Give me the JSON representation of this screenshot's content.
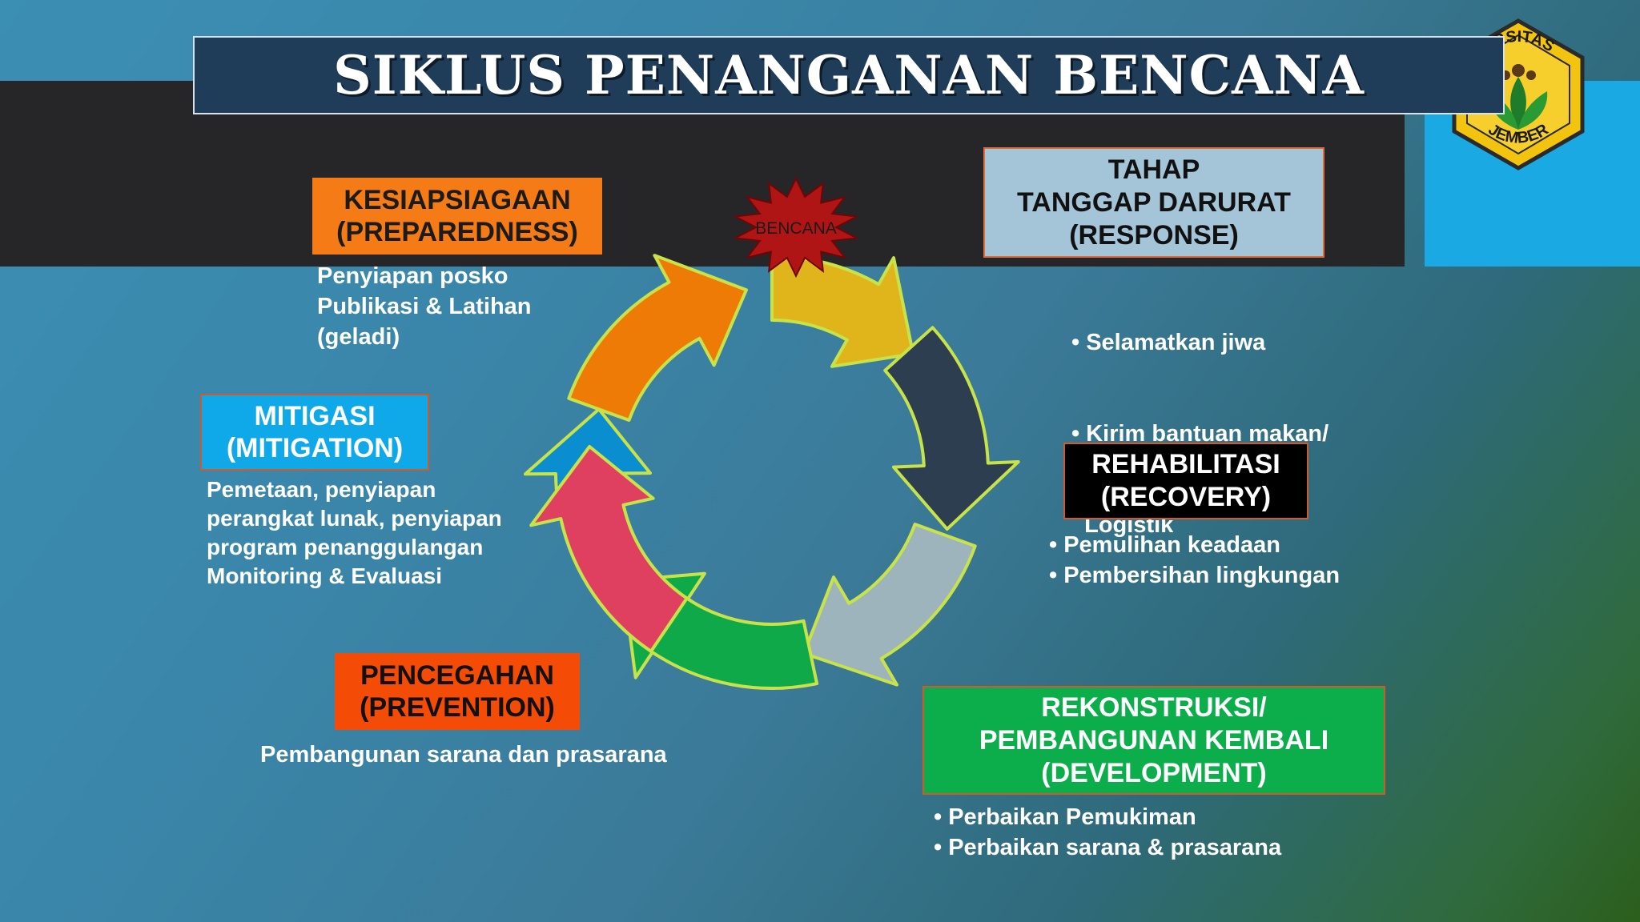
{
  "title": "SIKLUS PENANGANAN BENCANA",
  "logo": {
    "top_text": "ERSITAS",
    "bottom_text": "JEMBER"
  },
  "center_label": "BENCANA",
  "phases": {
    "preparedness": {
      "label": [
        "KESIAPSIAGAAN",
        "(PREPAREDNESS)"
      ],
      "desc": [
        "Penyiapan posko",
        "Publikasi & Latihan",
        "(geladi)"
      ],
      "color": "#f47b16"
    },
    "response": {
      "label": [
        "TAHAP",
        "TANGGAP DARURAT",
        "(RESPONSE)"
      ],
      "desc": [
        "• Selamatkan jiwa",
        "• Kirim bantuan makan/",
        "  Logistik"
      ],
      "color": "#a4c4d8"
    },
    "recovery": {
      "label": [
        "REHABILITASI",
        "(RECOVERY)"
      ],
      "desc": [
        "• Pemulihan keadaan",
        "• Pembersihan lingkungan"
      ],
      "color": "#000000"
    },
    "development": {
      "label": [
        "REKONSTRUKSI/",
        "PEMBANGUNAN KEMBALI",
        "(DEVELOPMENT)"
      ],
      "desc": [
        "• Perbaikan Pemukiman",
        "• Perbaikan sarana & prasarana"
      ],
      "color": "#0cae4c"
    },
    "prevention": {
      "label": [
        "PENCEGAHAN",
        "(PREVENTION)"
      ],
      "desc": [
        "Pembangunan sarana dan prasarana"
      ],
      "color": "#f44b06"
    },
    "mitigation": {
      "label": [
        "MITIGASI",
        "(MITIGATION)"
      ],
      "desc": [
        "Pemetaan, penyiapan",
        "perangkat lunak, penyiapan",
        "program penanggulangan",
        "Monitoring & Evaluasi"
      ],
      "color": "#0fa8e8"
    }
  },
  "arrow_colors": {
    "orange": "#ee7b05",
    "yellow": "#e0b51b",
    "navy": "#2c3e50",
    "grey": "#9eb4bc",
    "green": "#10a94a",
    "red": "#e04060",
    "blue": "#0a8ed0",
    "outline": "#c8e34a"
  }
}
